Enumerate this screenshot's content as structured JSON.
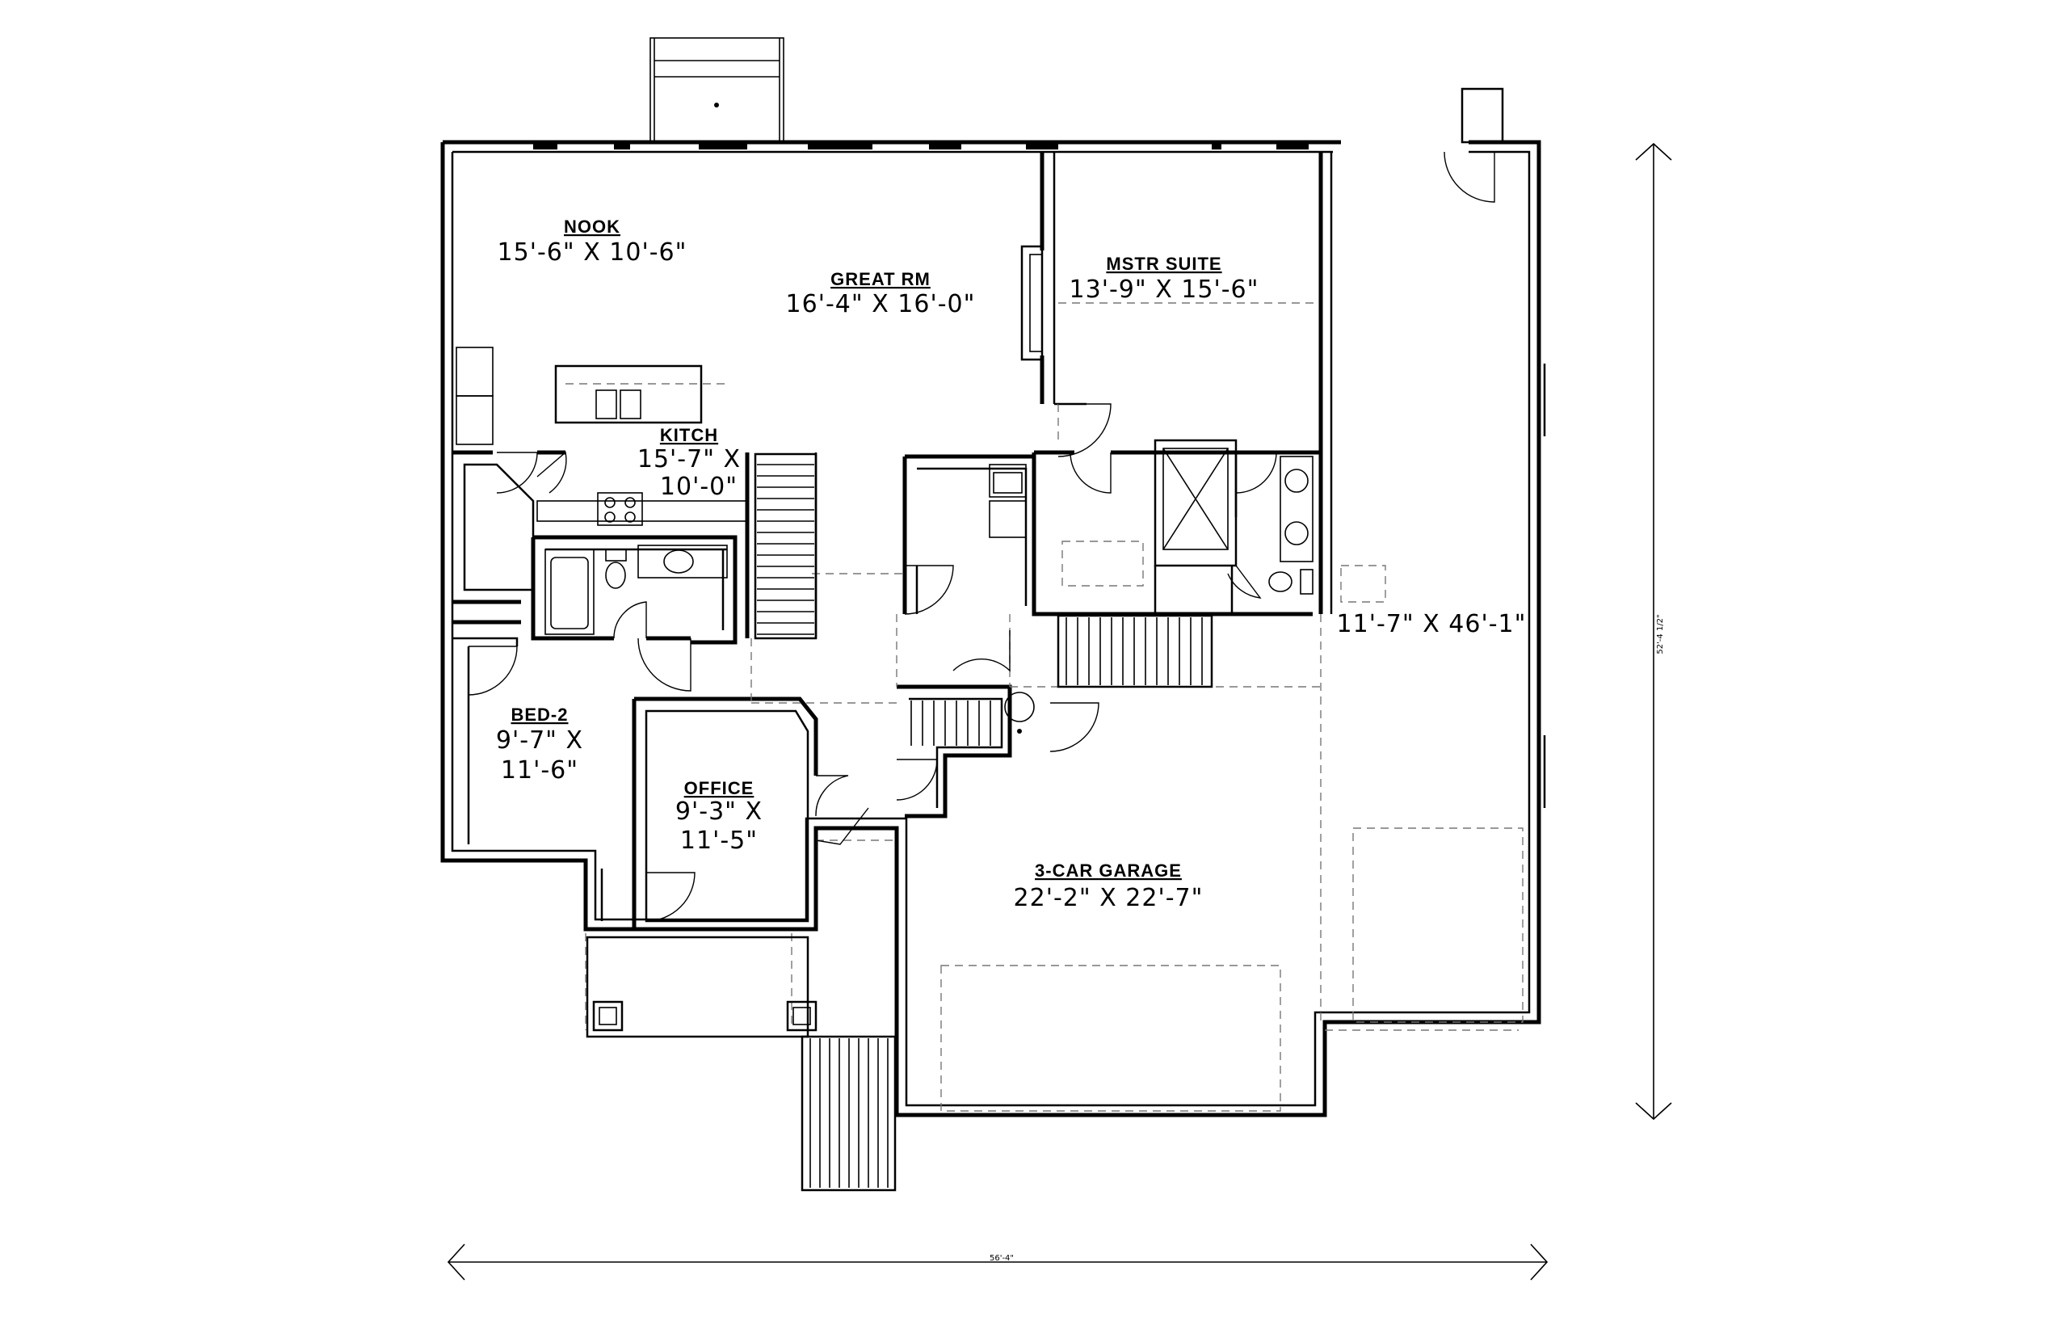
{
  "rooms": {
    "nook": {
      "name": "NOOK",
      "dims": "15'-6\" X 10'-6\""
    },
    "great_rm": {
      "name": "GREAT RM",
      "dims": "16'-4\" X 16'-0\""
    },
    "mstr_suite": {
      "name": "MSTR SUITE",
      "dims": "13'-9\" X 15'-6\""
    },
    "kitch": {
      "name": "KITCH",
      "dims_line1": "15'-7\" X",
      "dims_line2": "10'-0\""
    },
    "bed_2": {
      "name": "BED-2",
      "dims_line1": "9'-7\" X",
      "dims_line2": "11'-6\""
    },
    "office": {
      "name": "OFFICE",
      "dims_line1": "9'-3\" X",
      "dims_line2": "11'-5\""
    },
    "garage": {
      "name": "3-CAR GARAGE",
      "dims": "22'-2\" X 22'-7\""
    },
    "rv_bay": {
      "dims": "11'-7\" X 46'-1\""
    }
  },
  "overall": {
    "width": "56'-4\"",
    "depth": "52'-4 1/2\""
  }
}
